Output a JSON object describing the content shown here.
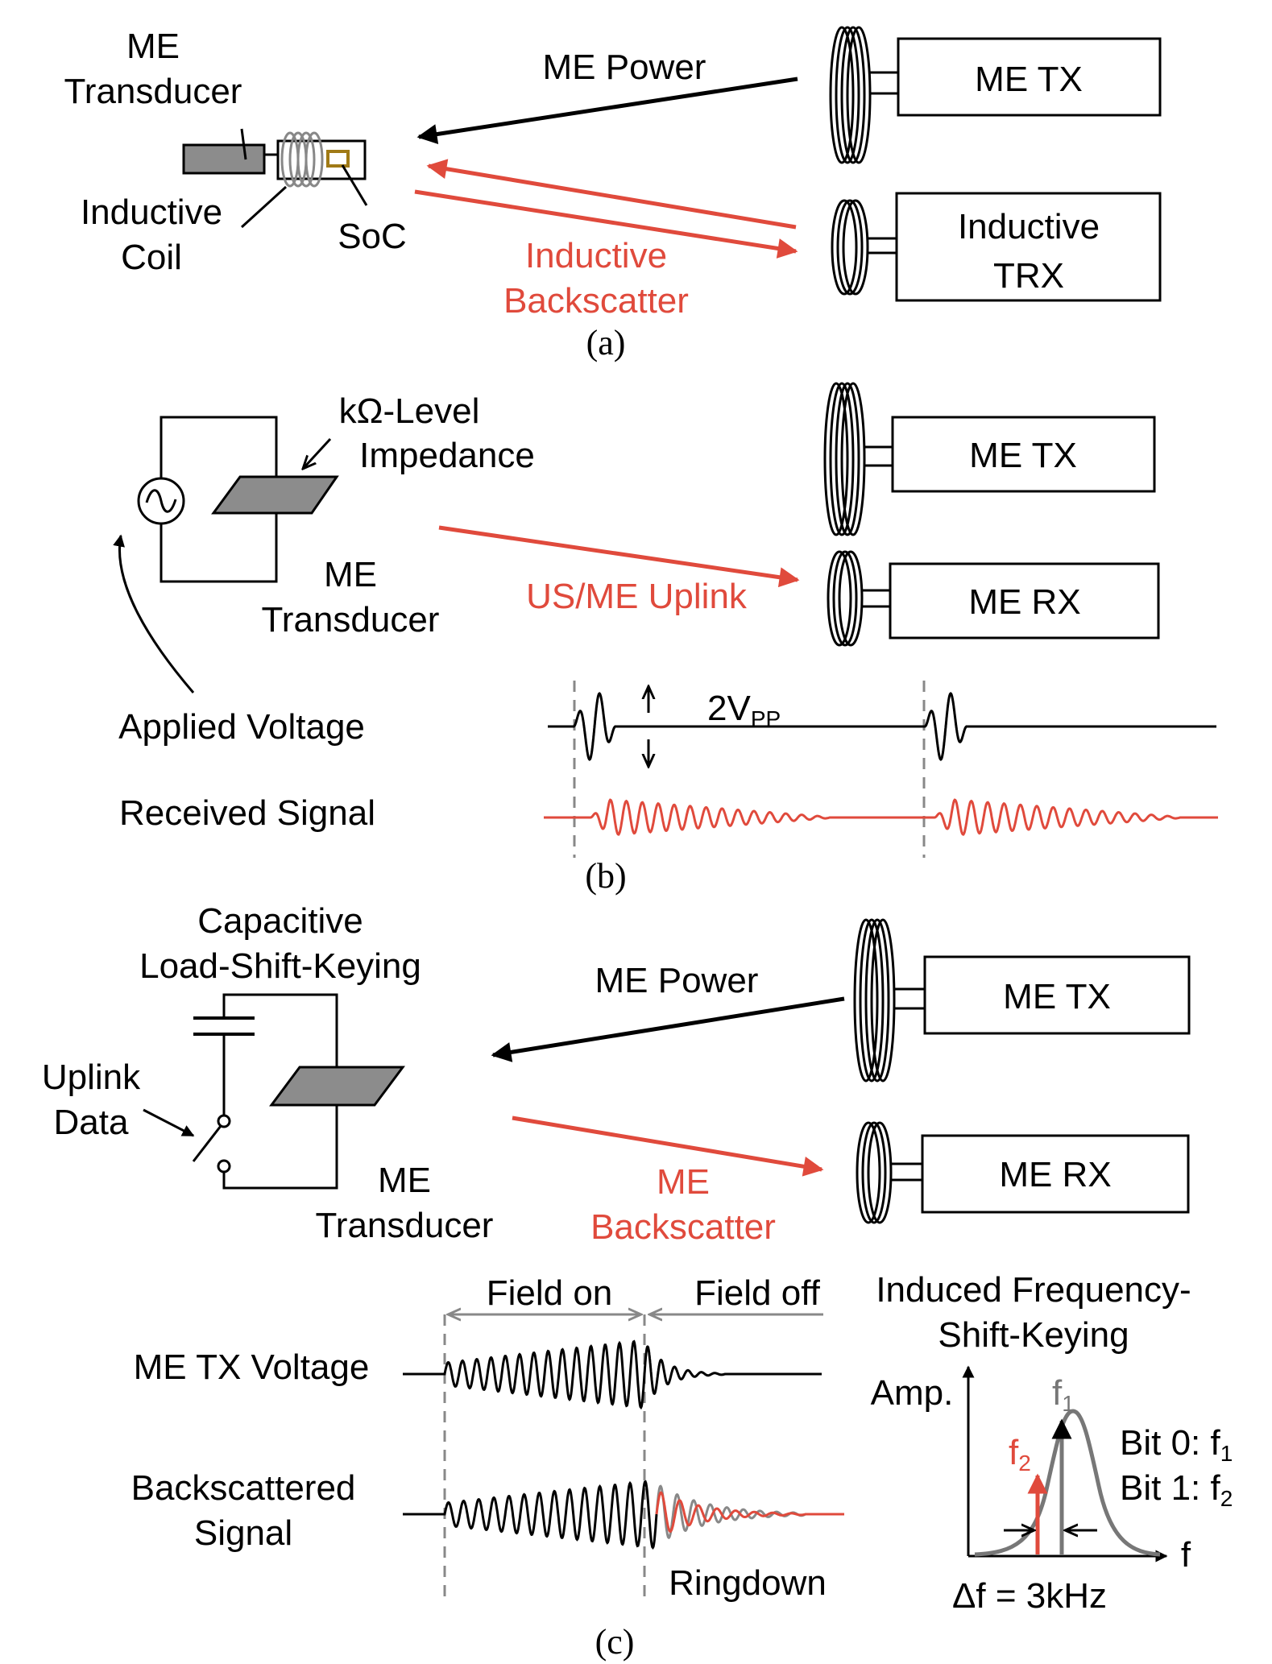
{
  "colors": {
    "black": "#000000",
    "red": "#e04a3c",
    "gray": "#777777",
    "fill_gray": "#8c8c8c",
    "soc": "#a07a16"
  },
  "panel_a": {
    "me_transducer": [
      "ME",
      "Transducer"
    ],
    "inductive_coil": [
      "Inductive",
      "Coil"
    ],
    "soc": "SoC",
    "me_power": "ME Power",
    "inductive_backscatter": [
      "Inductive",
      "Backscatter"
    ],
    "me_tx": "ME TX",
    "inductive_trx": [
      "Inductive",
      "TRX"
    ],
    "caption": "(a)"
  },
  "panel_b": {
    "impedance": [
      "kΩ-Level",
      "Impedance"
    ],
    "me_transducer": [
      "ME",
      "Transducer"
    ],
    "uplink": "US/ME Uplink",
    "me_tx": "ME TX",
    "me_rx": "ME RX",
    "applied_voltage": "Applied Voltage",
    "received_signal": "Received Signal",
    "vpp_main": "2V",
    "vpp_sub": "PP",
    "caption": "(b)"
  },
  "panel_c": {
    "lsk": [
      "Capacitive",
      "Load-Shift-Keying"
    ],
    "uplink_data": [
      "Uplink",
      "Data"
    ],
    "me_transducer": [
      "ME",
      "Transducer"
    ],
    "me_power": "ME Power",
    "me_backscatter": [
      "ME",
      "Backscatter"
    ],
    "me_tx": "ME TX",
    "me_rx": "ME RX",
    "field_on": "Field on",
    "field_off": "Field off",
    "tx_voltage": "ME TX Voltage",
    "backscattered": [
      "Backscattered",
      "Signal"
    ],
    "ringdown": "Ringdown",
    "fsk": [
      "Induced Frequency-",
      "Shift-Keying"
    ],
    "amp": "Amp.",
    "f_axis": "f",
    "f1_main": "f",
    "f1_sub": "1",
    "f2_main": "f",
    "f2_sub": "2",
    "bit0": "Bit 0: f",
    "bit0_sub": "1",
    "bit1": "Bit 1: f",
    "bit1_sub": "2",
    "delta_f": "Δf = 3kHz",
    "caption": "(c)"
  }
}
